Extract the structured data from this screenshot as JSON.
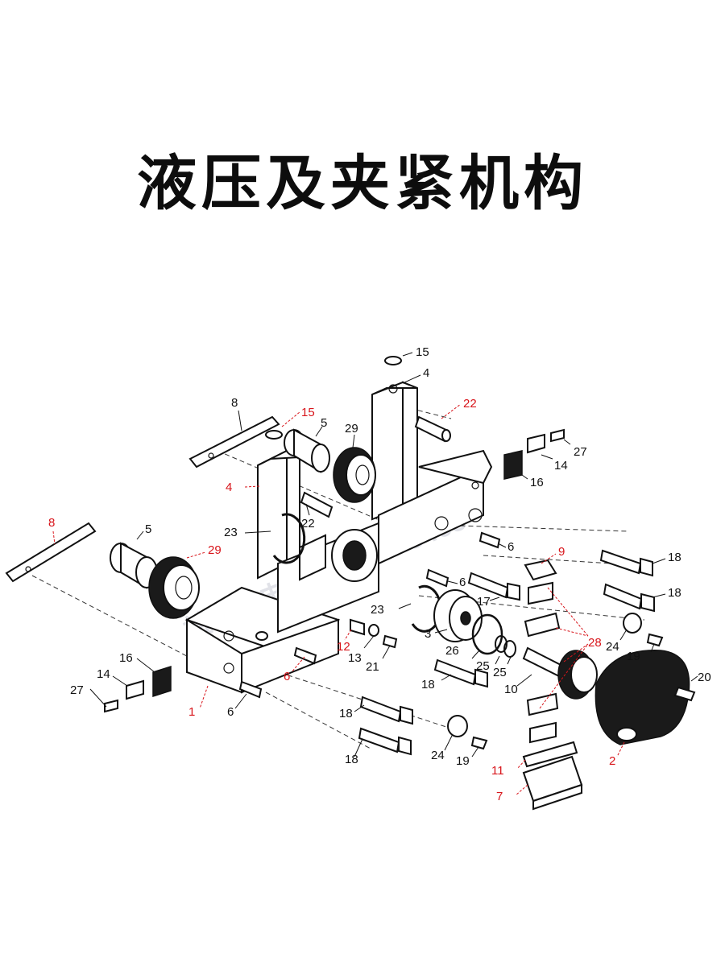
{
  "title": "液压及夹紧机构",
  "watermark": "益合机电:400 0005 3468",
  "colors": {
    "label_black": "#111111",
    "label_red": "#d8141a",
    "watermark": "#c9ccd6"
  },
  "callouts": {
    "c15a": "15",
    "c4a": "4",
    "c22a": "22",
    "c8a": "8",
    "c15b": "15",
    "c5a": "5",
    "c29a": "29",
    "c27a": "27",
    "c14a": "14",
    "c16a": "16",
    "c4b": "4",
    "c23a": "23",
    "c22b": "22",
    "c8b": "8",
    "c5b": "5",
    "c29b": "29",
    "c6a": "6",
    "c9": "9",
    "c18a": "18",
    "c6b": "6",
    "c17": "17",
    "c18b": "18",
    "c23b": "23",
    "c3": "3",
    "c28": "28",
    "c24a": "24",
    "c19a": "19",
    "c12": "12",
    "c13": "13",
    "c21": "21",
    "c26": "26",
    "c25a": "25",
    "c25b": "25",
    "c16b": "16",
    "c6c": "6",
    "c18c": "18",
    "c10": "10",
    "c20": "20",
    "c14b": "14",
    "c27b": "27",
    "c1": "1",
    "c6d": "6",
    "c18d": "18",
    "c18e": "18",
    "c24b": "24",
    "c19b": "19",
    "c2": "2",
    "c11": "11",
    "c7": "7"
  }
}
